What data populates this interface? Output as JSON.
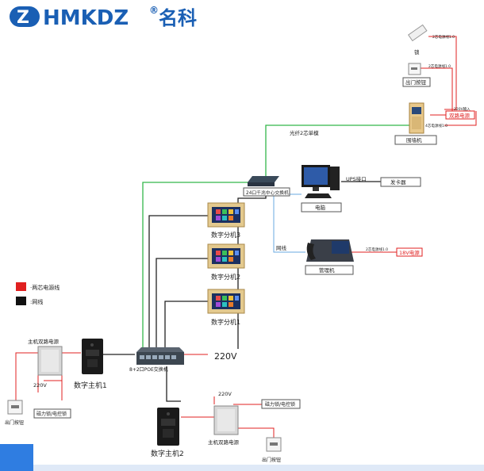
{
  "brand": {
    "latin": "HMKDZ",
    "reg": "®",
    "chinese": "名科",
    "color": "#1a5fb4"
  },
  "legend": {
    "power_line": "·两芯电源线",
    "network_line": ":网线",
    "power_color": "#e02020",
    "network_color": "#111111"
  },
  "devices": {
    "lock": "锁",
    "exit_button_top": "出门按钮",
    "wall_unit": "围墙机",
    "dual_power_top": "双路电源",
    "switch_center": "24口千兆中心交换机",
    "computer": "电脑",
    "ups_port": "UPS接口",
    "card_issuer": "发卡器",
    "network_label": "网线",
    "management": "管理机",
    "power_18v": "18V电源",
    "fiber": "光纤2芯单模",
    "indoor3": "数字分机3",
    "indoor2": "数字分机2",
    "indoor1": "数字分机1",
    "host_dual_power_left": "主机双路电源",
    "v220_left": "220V",
    "maglock_btn_left": "磁力锁/电控锁",
    "exit_button_left": "出门按钮",
    "host1": "数字主机1",
    "poe_switch": "8+2口POE交换机",
    "v220_switch": "220V",
    "v220_bottom": "220V",
    "maglock_btn_right": "磁力锁/电控锁",
    "host_dual_power_right": "主机双路电源",
    "host2": "数字主机2",
    "exit_button_right": "出门按钮"
  },
  "small_labels": {
    "two_core_1": "2芯电源线1.0",
    "two_core_2": "2芯电源线1.0",
    "v220_in": "220V输入",
    "four_core": "4芯电源线1.0",
    "two_core_mgmt": "2芯电源线1.0"
  }
}
